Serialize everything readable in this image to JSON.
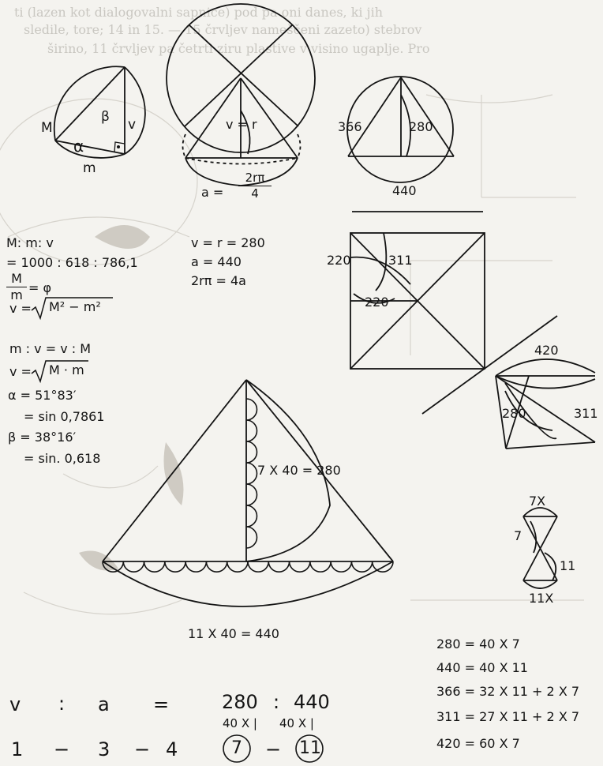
{
  "background_text": {
    "line1": "ti (lazen kot dialogovalni sapnice) pod pa oni danes, ki jih",
    "line2": "sledile, tore; 14 in 15. — 15 črvljev nameščeni zazeto) stebrov",
    "line3": "širino, 11 črvljev pa četrti ziru plastive v visino ugaplje. Pro"
  },
  "top_left": {
    "label_M": "M",
    "label_beta": "β",
    "label_v": "v",
    "label_alpha": "α",
    "label_m": "m"
  },
  "circle_fig": {
    "label_v_eq_r": "v = r",
    "label_a_eq": "a  =",
    "frac_num": "2rπ",
    "frac_den": "4"
  },
  "top_right": {
    "label_366": "366",
    "label_280": "280",
    "label_440": "440"
  },
  "square_fig": {
    "label_220_top": "220",
    "label_311": "311",
    "label_220_bottom": "220"
  },
  "right_fig": {
    "label_420": "420",
    "label_280": "280",
    "label_311": "311"
  },
  "hourglass": {
    "label_7x_top": "7X",
    "label_7": "7",
    "label_11": "11",
    "label_11x": "11X"
  },
  "formulas_left": {
    "ratio_head": "M: m: v",
    "ratio_values": "= 1000 : 618 : 786,1",
    "phi_num": "M",
    "phi_den": "m",
    "phi_eq": "= φ",
    "v_sqrt_prefix": "v = ",
    "v_sqrt_body": "M² − m²",
    "proportion": "m  :  v = v  :  M",
    "v_sqrt2_prefix": "v = ",
    "v_sqrt2_body": "M · m",
    "alpha_line": "α = 51°83′",
    "alpha_sin": "= sin 0,7861",
    "beta_line": "β = 38°16′",
    "beta_sin": "= sin. 0,618"
  },
  "formulas_mid": {
    "line1": "v = r = 280",
    "line2": "a = 440",
    "line3": "2rπ = 4a"
  },
  "sailboat": {
    "label_7x40": "7 X 40 = 280",
    "label_11x40": "11  X  40 = 440"
  },
  "bottom": {
    "v": "v",
    "colon1": ":",
    "a": "a",
    "equals": "=",
    "value_280": "280",
    "colon2": ":",
    "value_440": "440",
    "factor1": "40 X |",
    "factor2": "40 X |",
    "seq1": "1",
    "dash1": "−",
    "seq3": "3",
    "dash2": "−",
    "seq4": "4",
    "seq7": "7",
    "dash3": "−",
    "seq11": "11"
  },
  "factor_list": [
    "280  =  40 X  7",
    "440  =  40 X 11",
    "366  =  32 X 11 + 2 X 7",
    "311  =  27 X 11 + 2 X 7",
    "420  =  60 X  7"
  ]
}
